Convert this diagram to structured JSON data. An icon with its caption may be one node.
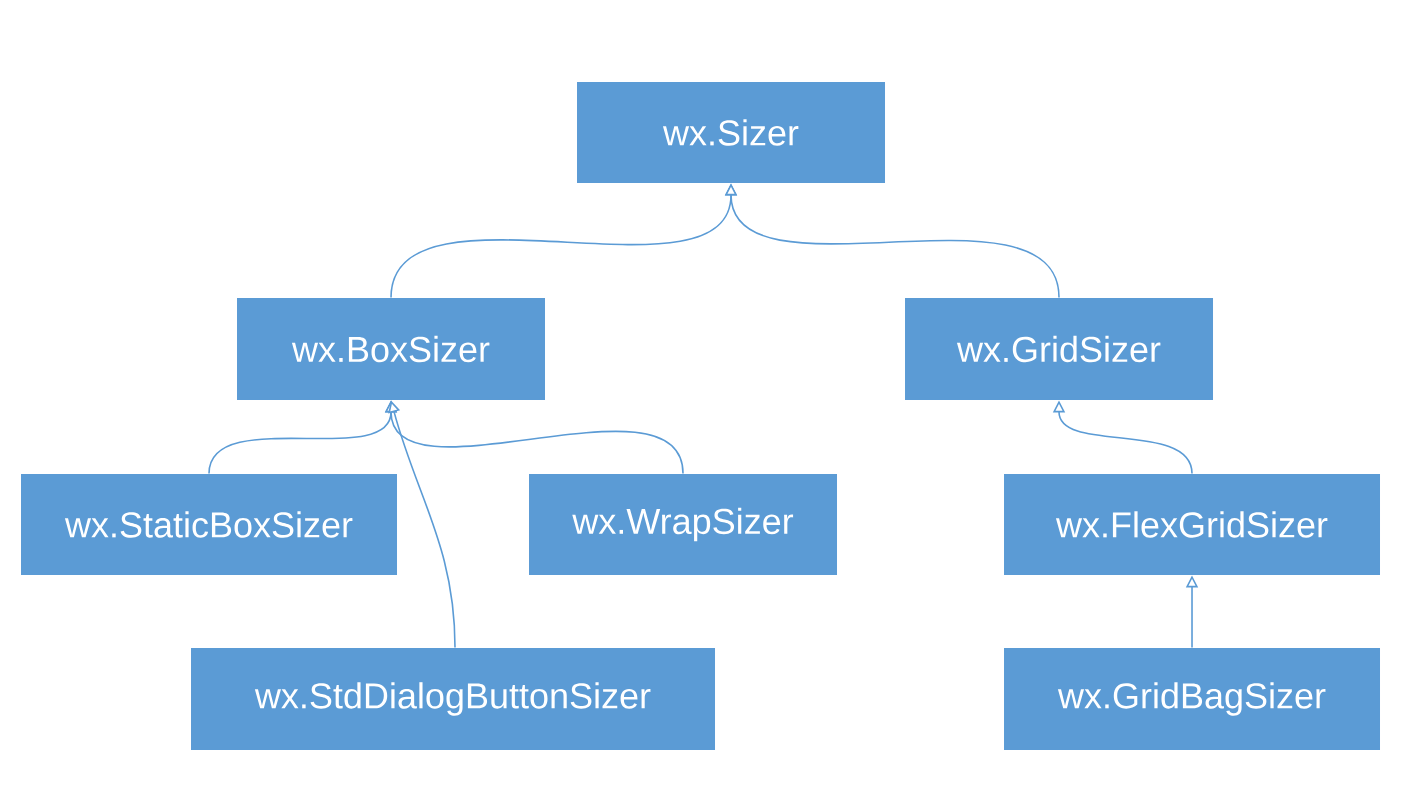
{
  "diagram": {
    "nodes": [
      {
        "text": [
          "wx.Sizer"
        ]
      },
      {
        "text": [
          "wx.BoxSizer"
        ]
      },
      {
        "text": [
          "wx.GridSizer"
        ]
      },
      {
        "text": [
          "wx.StaticBoxSizer"
        ]
      },
      {
        "text": [
          "wx.WrapSizer"
        ]
      },
      {
        "text": [
          "wx.FlexGridSizer"
        ]
      },
      {
        "text": [
          "wx.StdDialogButtonSizer"
        ]
      },
      {
        "text": [
          "wx.GridBagSizer"
        ]
      }
    ],
    "edges": [
      {
        "from": 1,
        "to": 0,
        "arrow": "to"
      },
      {
        "from": 2,
        "to": 0,
        "arrow": "to"
      },
      {
        "from": 3,
        "to": 1,
        "arrow": "to"
      },
      {
        "from": 4,
        "to": 1,
        "arrow": "to"
      },
      {
        "from": 6,
        "to": 1,
        "arrow": "to"
      },
      {
        "from": 5,
        "to": 2,
        "arrow": "to"
      },
      {
        "from": 7,
        "to": 5,
        "arrow": "to"
      }
    ]
  }
}
